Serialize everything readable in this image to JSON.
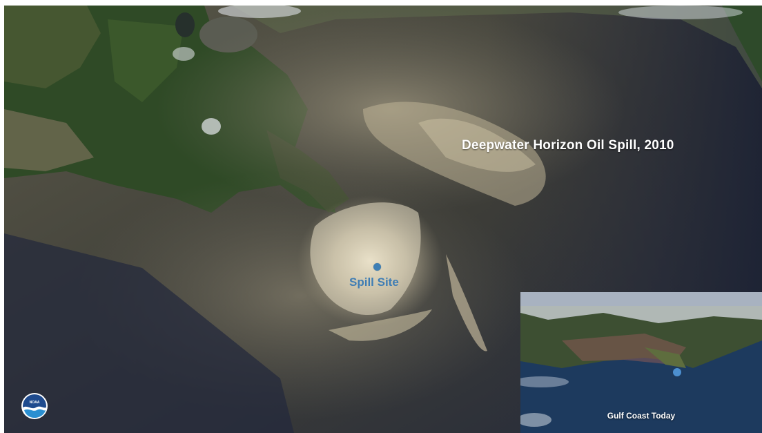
{
  "scene": {
    "headline": "Deepwater Horizon Oil Spill, 2010",
    "spill_label": "Spill Site",
    "marker_color": "#3e7fb5"
  },
  "inset": {
    "label": "Gulf Coast Today",
    "marker_color": "#4c8fd0"
  },
  "logo": {
    "name": "noaa-logo",
    "text": "NOAA"
  }
}
